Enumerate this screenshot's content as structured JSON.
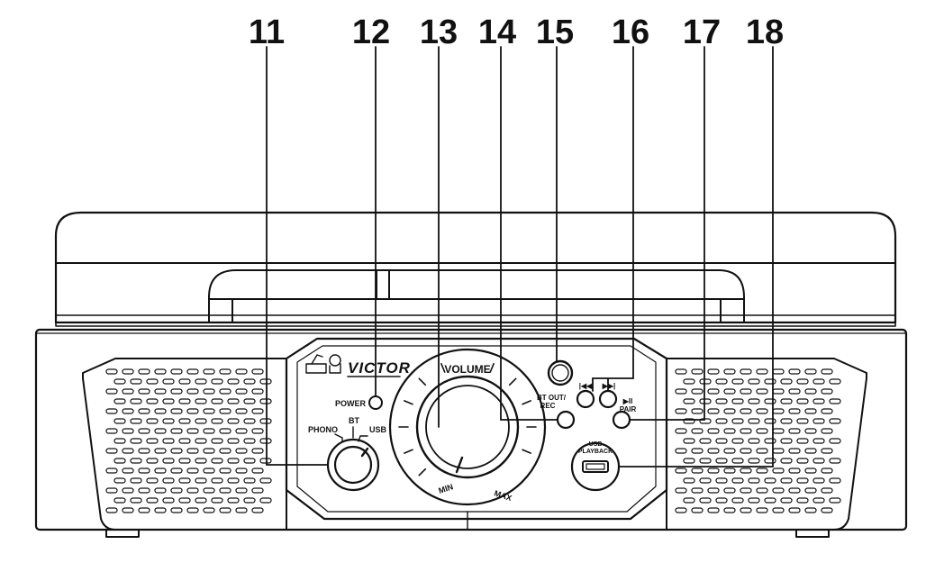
{
  "callouts": [
    {
      "number": "11",
      "target": "function-selector-knob"
    },
    {
      "number": "12",
      "target": "power-indicator"
    },
    {
      "number": "13",
      "target": "volume-knob"
    },
    {
      "number": "14",
      "target": "bt-out-rec-button"
    },
    {
      "number": "15",
      "target": "standby-button"
    },
    {
      "number": "16",
      "target": "skip-buttons"
    },
    {
      "number": "17",
      "target": "play-pause-pair-button"
    },
    {
      "number": "18",
      "target": "usb-playback-port"
    }
  ],
  "panel": {
    "brand": "VICTOR",
    "power_label": "POWER",
    "mode_phono": "PHONO",
    "mode_bt": "BT",
    "mode_usb": "USB",
    "volume_label": "VOLUME",
    "volume_min": "MIN",
    "volume_max": "MAX",
    "bt_out_line1": "BT OUT/",
    "bt_out_line2": "REC",
    "pair_line1": "▶II",
    "pair_line2": "PAIR",
    "prev_symbol": "|◀◀",
    "next_symbol": "▶▶|",
    "usb_line1": "USB",
    "usb_line2": "PLAYBACK"
  },
  "colors": {
    "line": "#111111",
    "background": "#ffffff"
  }
}
